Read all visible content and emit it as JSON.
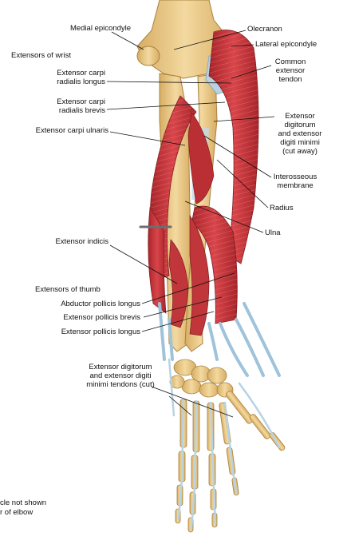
{
  "labels": {
    "medial_epicondyle": "Medial epicondyle",
    "extensors_of_wrist": "Extensors of wrist",
    "ecrl_line1": "Extensor carpi",
    "ecrl_line2": "radialis longus",
    "ecrb_line1": "Extensor carpi",
    "ecrb_line2": "radialis brevis",
    "ecu": "Extensor carpi ulnaris",
    "extensor_indicis": "Extensor indicis",
    "extensors_of_thumb": "Extensors of thumb",
    "apl": "Abductor pollicis longus",
    "epb": "Extensor pollicis brevis",
    "epl": "Extensor pollicis longus",
    "ed_tendons_line1": "Extensor digitorum",
    "ed_tendons_line2": "and extensor digiti",
    "ed_tendons_line3": "minimi tendons (cut)",
    "olecranon": "Olecranon",
    "lateral_epicondyle": "Lateral epicondyle",
    "common_tendon_line1": "Common",
    "common_tendon_line2": "extensor",
    "common_tendon_line3": "tendon",
    "ed_cut_line1": "Extensor",
    "ed_cut_line2": "digitorum",
    "ed_cut_line3": "and extensor",
    "ed_cut_line4": "digiti minimi",
    "ed_cut_line5": "(cut away)",
    "interosseous_line1": "Interosseous",
    "interosseous_line2": "membrane",
    "radius": "Radius",
    "ulna": "Ulna",
    "footnote_line1": "cle not shown",
    "footnote_line2": "r of elbow"
  },
  "colors": {
    "muscle": "#c9383b",
    "muscle_light": "#e0787a",
    "bone": "#e9c98a",
    "bone_shade": "#c9a25a",
    "tendon": "#a9c8dc",
    "tendon_dark": "#7fa7c4",
    "leader_line": "#111111"
  }
}
